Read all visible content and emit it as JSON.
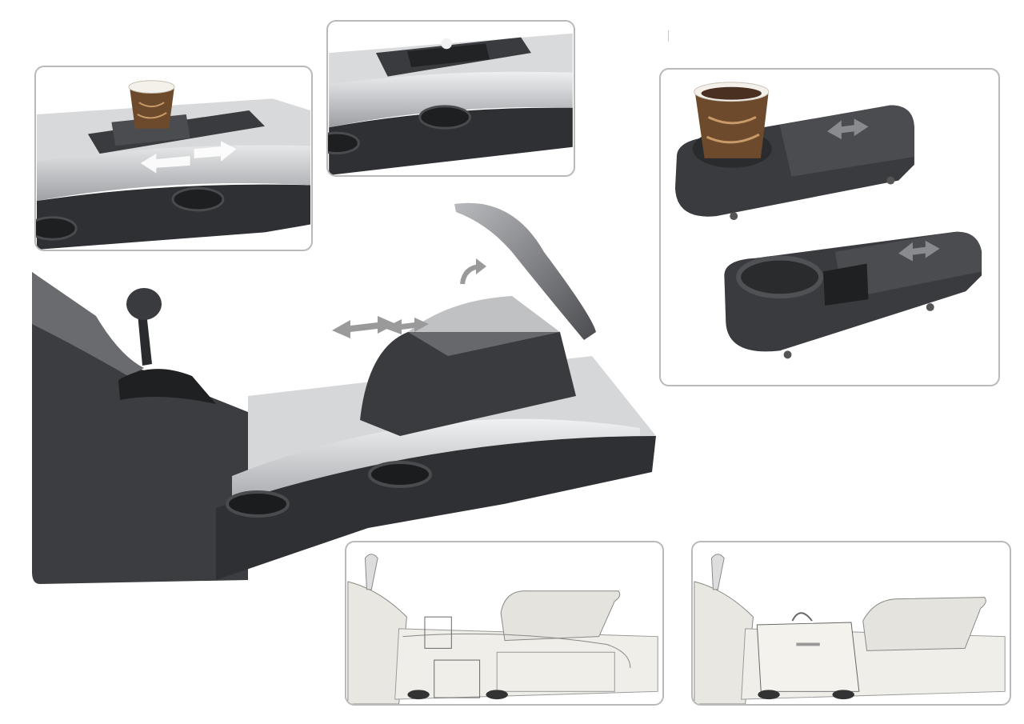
{
  "illustration": {
    "panels": [
      {
        "id": "cup-holder-slide-detail"
      },
      {
        "id": "cup-holder-retracted-detail"
      },
      {
        "id": "cup-holder-module-views"
      },
      {
        "id": "console-side-view-low"
      },
      {
        "id": "console-side-view-high"
      }
    ],
    "main_scene": {
      "id": "center-console-perspective"
    },
    "colors": {
      "console_dark": "#3c3d40",
      "console_mid": "#5a5b5f",
      "rail_silver": "#c9cacd",
      "panel_border": "#b9b9b9",
      "arrow_grey": "#9a9a9a",
      "cup_brown": "#6e4a2c"
    },
    "icons": [
      "double-arrow-icon",
      "curved-arrow-icon",
      "gear-shifter-icon",
      "coffee-cup-icon"
    ]
  }
}
